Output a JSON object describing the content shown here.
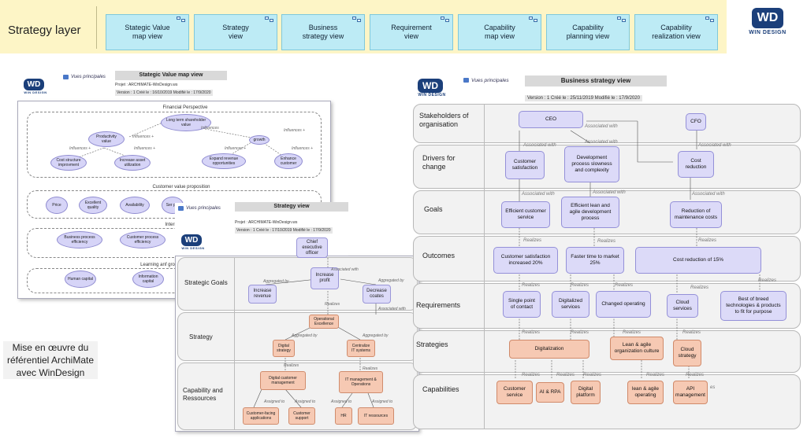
{
  "top": {
    "title": "Strategy layer",
    "views": [
      {
        "label": "Stategic Value\nmap view"
      },
      {
        "label": "Strategy\nview"
      },
      {
        "label": "Business\nstrategy view"
      },
      {
        "label": "Requirement\nview"
      },
      {
        "label": "Capability\nmap view"
      },
      {
        "label": "Capability\nplanning view"
      },
      {
        "label": "Capability\nrealization view"
      }
    ]
  },
  "logo": {
    "mark": "WD",
    "name": "WIN DESIGN"
  },
  "vues": "Vues principales",
  "svm": {
    "title": "Stategic Value map view",
    "projet": "Projet : ARCHIMATE-WinDesign.ws",
    "version": "Version : 1    Créé le : 16/10/2019    Modifié le : 17/9/2020",
    "financial": "Financial Perspective",
    "customer": "Customer value proposition",
    "internal": "Internal p",
    "learning": "Learning anf gro",
    "nodes": {
      "long_term": "Long term shareholder value",
      "productivity": "Productivity value",
      "growth": "growth",
      "cost_structure": "Cost structure improvment",
      "asset": "Increase asset utilization",
      "revenue": "Expand revenue opportunities",
      "enhance": "Enhance customer",
      "price": "Price",
      "quality": "Excellent quality",
      "availability": "Availability",
      "ser": "Ser por",
      "bpe": "Business process efficiency",
      "cpe": "Customer process efficiency",
      "human": "Human capital",
      "info": "Information capital"
    },
    "influences": "Influences",
    "influences_plus": "Influences +"
  },
  "sv": {
    "title": "Strategy view",
    "projet": "Projet : ARCHIMATE-WinDesign.ws",
    "version": "Version : 1    Créé le : 17/10/2019    Modifié le : 17/9/2020",
    "bands": [
      "Strategic Goals",
      "Strategy",
      "Capability and\nRessources"
    ],
    "nodes": {
      "ceo": "Chief executive officer",
      "profit": "Increase profit",
      "revenue": "Increase revenue",
      "costs": "Decrease coates",
      "opex": "Operational Excellence",
      "digital": "Digital strategy",
      "centralize": "Centralize IT systems",
      "dcm": "Digital customer management",
      "itm": "IT management & Operations",
      "cfa": "Customer-facing applications",
      "cs": "Customer support",
      "hr": "HR",
      "itr": "IT ressources"
    },
    "labels": {
      "assoc": "Associated with",
      "agg": "Aggregated by",
      "realizes": "Realizes",
      "assigned": "Assigned to"
    }
  },
  "bs": {
    "title": "Business strategy view",
    "meta": "Version : 1    Créé le : 25/11/2019    Modifié le : 17/9/2020",
    "bands": [
      "Stakeholders of\norganisation",
      "Drivers for\nchange",
      "Goals",
      "Outcomes",
      "Requirements",
      "Strategies",
      "Capabilities"
    ],
    "nodes": {
      "ceo": "CEO",
      "cfo": "CFO",
      "cust_sat": "Customer satisfaction",
      "dev": "Development process slowness and complexity",
      "cost_red": "Cost reduction",
      "eff_cs": "Efficient customer service",
      "eff_lean": "Efficient lean and agile development process",
      "maint": "Reduction of maintenance costs",
      "cs20": "Customer satisfaction increased 20%",
      "ttm": "Faster time to market  25%",
      "cr15": "Cost reduction of 15%",
      "spoc": "Single point of contact",
      "digi_serv": "Digitalized services",
      "changed": "Changed operating",
      "cloud_serv": "Cloud services",
      "bob": "Best of breed technologies & products to fit for purpose",
      "digitalization": "Digitalization",
      "lean_culture": "Lean & agile organization culture",
      "cloud_strat": "Cloud strategy",
      "cap_cs": "Customer service",
      "cap_ai": "AI & RPA",
      "cap_dp": "Digital platform",
      "cap_lean": "lean & agile operating",
      "cap_api": "API management"
    },
    "labels": {
      "assoc": "Associated with",
      "realizes": "Realizes",
      "res": "es"
    }
  },
  "mise": "Mise en œuvre du référentiel ArchiMate avec WinDesign"
}
